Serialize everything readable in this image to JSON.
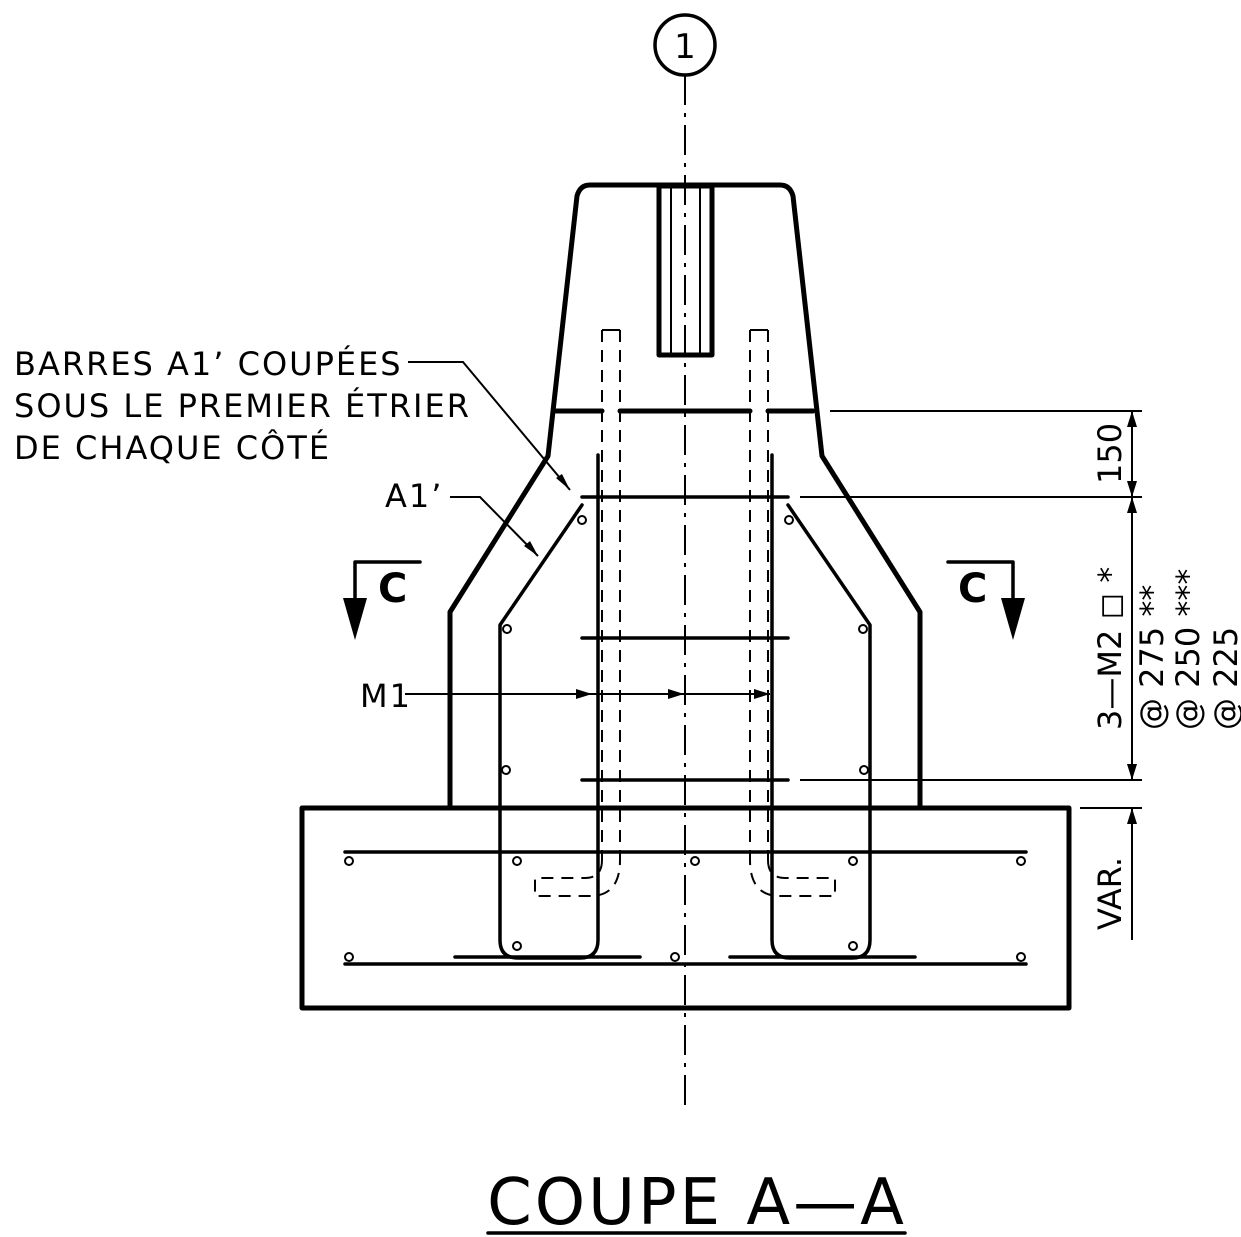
{
  "title": "COUPE A—A",
  "axis_marker": "1",
  "labels": {
    "note_line1": "BARRES A1’ COUPÉES",
    "note_line2": "SOUS LE PREMIER ÉTRIER",
    "note_line3": "DE CHAQUE CÔTÉ",
    "a1": "A1’",
    "m1": "M1"
  },
  "section_marks": {
    "left": "C",
    "right": "C"
  },
  "dimensions": {
    "top": "150",
    "stirrups_line1": "3—M2 ◻ *",
    "stirrups_line2": "@ 275 **",
    "stirrups_line3": "@ 250 ***",
    "stirrups_line4": "@ 225",
    "bottom": "VAR."
  }
}
